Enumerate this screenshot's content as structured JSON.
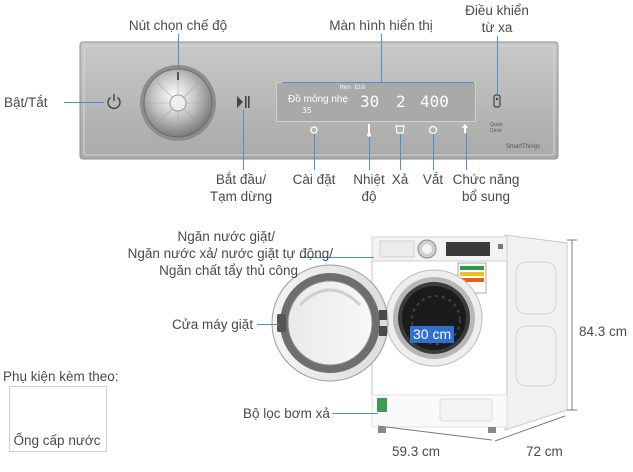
{
  "panel": {
    "display_mode": "Đồ mỏng nhẹ",
    "display_sub": "35",
    "display_small": "Hẹn Giờ",
    "display_temp": "30",
    "display_rinse": "2",
    "display_spin": "400",
    "quick_drive": "Quick Drive",
    "smartthings": "SmartThings"
  },
  "labels": {
    "mode_knob": "Nút chọn chế độ",
    "display": "Màn hình hiển thị",
    "remote": [
      "Điều khiển",
      "từ xa"
    ],
    "power": "Bật/Tắt",
    "start_pause": [
      "Bắt đầu/",
      "Tạm dừng"
    ],
    "settings": "Cài đặt",
    "temperature": [
      "Nhiệt",
      "độ"
    ],
    "rinse": "Xả",
    "spin": "Vắt",
    "extra": [
      "Chức năng",
      "bổ sung"
    ],
    "detergent": [
      "Ngăn nước giặt/",
      "Ngăn nước xả/ nước giặt tự động/",
      "Ngăn chất tẩy thủ công"
    ],
    "door": "Cửa máy giặt",
    "drum_size": "30 cm",
    "filter": "Bộ lọc bơm xả",
    "accessories_title": "Phụ kiện kèm theo:",
    "hose": "Ống cấp nước"
  },
  "dimensions": {
    "height": "84.3 cm",
    "width": "59.3 cm",
    "depth": "72 cm"
  },
  "colors": {
    "line": "#4a90d9",
    "panel": "#b9b9b7",
    "drum_label_bg": "#2f6fd1"
  }
}
